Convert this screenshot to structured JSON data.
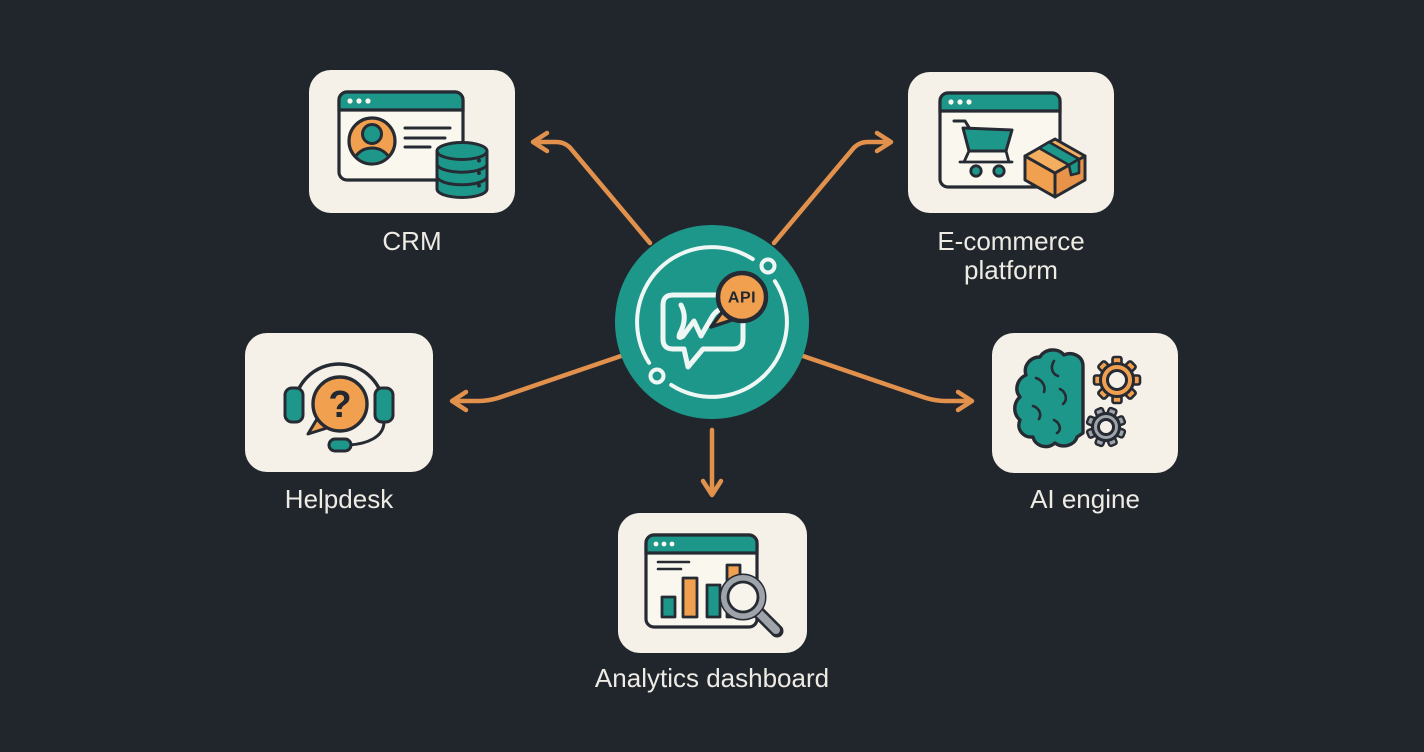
{
  "diagram": {
    "hub": {
      "badge": "API",
      "icon": "chat-bubble-w-logo-icon",
      "color": "#1E978B"
    },
    "nodes": [
      {
        "id": "crm",
        "label": "CRM",
        "icon": "browser-contact-database-icon"
      },
      {
        "id": "ecommerce",
        "label": "E-commerce platform",
        "icon": "cart-and-package-icon"
      },
      {
        "id": "helpdesk",
        "label": "Helpdesk",
        "icon": "support-headset-question-icon"
      },
      {
        "id": "ai",
        "label": "AI engine",
        "icon": "brain-and-gears-icon"
      },
      {
        "id": "analytics",
        "label": "Analytics dashboard",
        "icon": "bar-chart-magnifier-icon"
      }
    ],
    "connections": [
      {
        "from": "hub",
        "to": "crm"
      },
      {
        "from": "hub",
        "to": "ecommerce"
      },
      {
        "from": "hub",
        "to": "helpdesk"
      },
      {
        "from": "hub",
        "to": "ai"
      },
      {
        "from": "hub",
        "to": "analytics"
      }
    ],
    "colors": {
      "background": "#21262D",
      "card": "#F5F1E8",
      "teal": "#1E978B",
      "orange": "#F0A04F",
      "arrow": "#E2914D",
      "outline": "#262B33",
      "gray": "#9FA4AB",
      "label_text": "#EDEBE4"
    }
  }
}
